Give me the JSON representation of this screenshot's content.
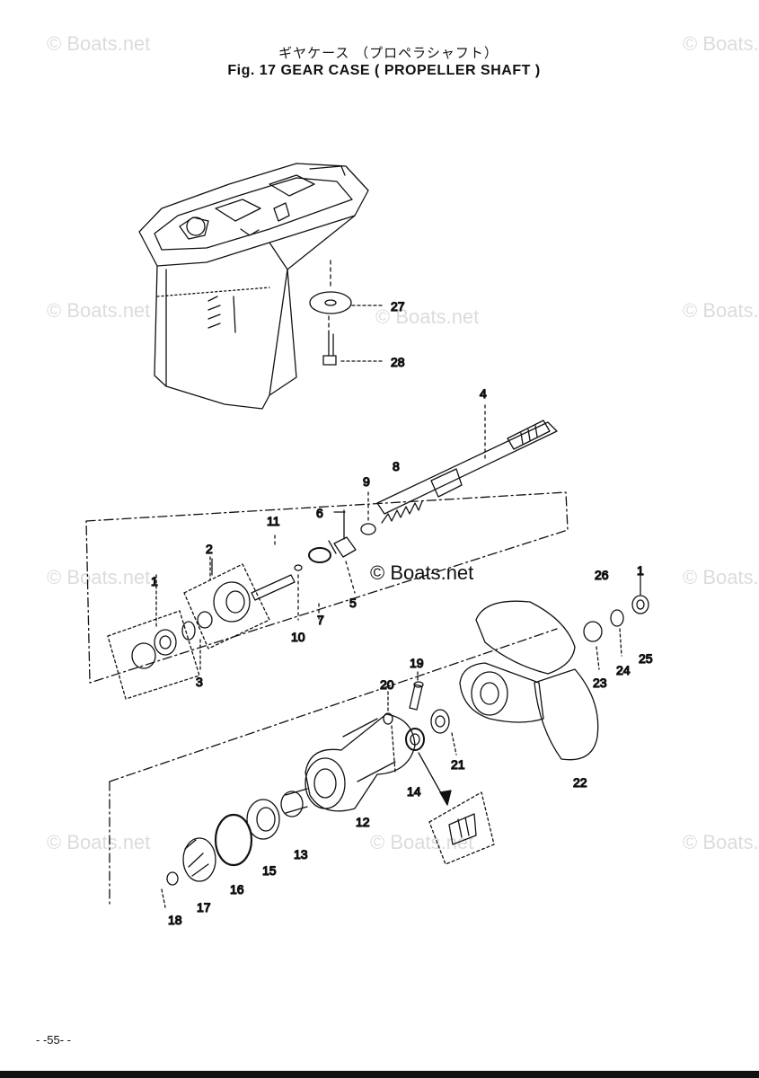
{
  "title_jp": "ギヤケース （プロペラシャフト）",
  "title_en": "Fig. 17   GEAR CASE ( PROPELLER SHAFT )",
  "watermark": "© Boats.net",
  "watermark_center": "© Boats.net",
  "page_number": "- -55- -",
  "callouts": [
    "1",
    "2",
    "3",
    "4",
    "5",
    "6",
    "7",
    "8",
    "9",
    "10",
    "11",
    "12",
    "13",
    "14",
    "15",
    "16",
    "17",
    "18",
    "19",
    "20",
    "21",
    "22",
    "23",
    "24",
    "25",
    "26",
    "27",
    "28"
  ]
}
